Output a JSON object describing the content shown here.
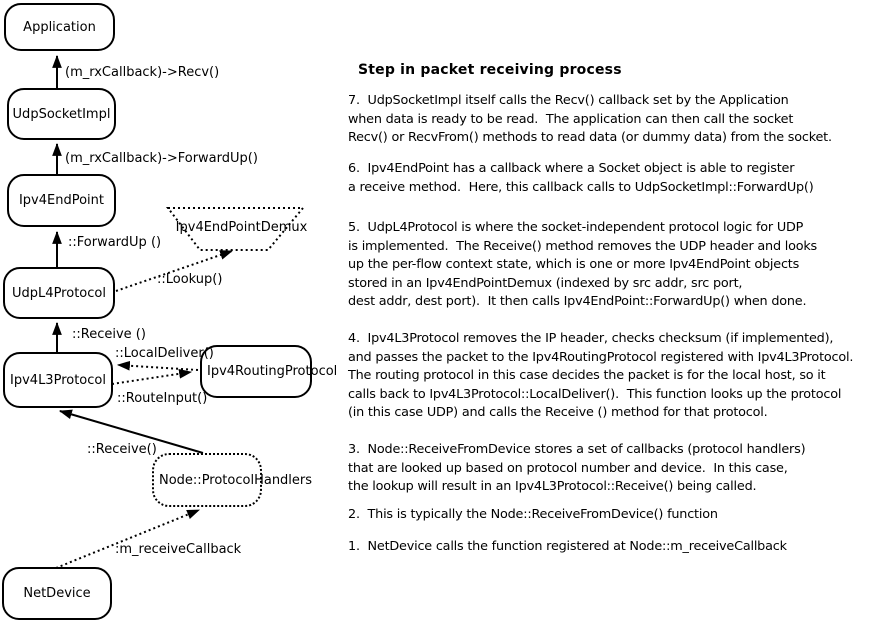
{
  "colors": {
    "background": "#ffffff",
    "line": "#000000",
    "text": "#000000"
  },
  "diagram": {
    "nodes": {
      "application": {
        "label": "Application"
      },
      "udp_socket_impl": {
        "label": "UdpSocketImpl"
      },
      "ipv4_end_point": {
        "label": "Ipv4EndPoint"
      },
      "udp_l4_protocol": {
        "label": "UdpL4Protocol"
      },
      "ipv4_l3_protocol": {
        "label": "Ipv4L3Protocol"
      },
      "net_device": {
        "label": "NetDevice"
      },
      "ipv4_routing_protocol": {
        "label": "Ipv4RoutingProtocol"
      },
      "node_protocol_handlers": {
        "label": "Node::ProtocolHandlers"
      },
      "ipv4_end_point_demux": {
        "label": "Ipv4EndPointDemux"
      }
    },
    "edge_labels": {
      "recv_callback": "(m_rxCallback)->Recv()",
      "forwardup_callback": "(m_rxCallback)->ForwardUp()",
      "forwardup": "::ForwardUp ()",
      "lookup": "::Lookup()",
      "receive_upper": "::Receive ()",
      "local_deliver": "::LocalDeliver()",
      "route_input": "::RouteInput()",
      "receive_lower": "::Receive()",
      "m_receive_callback": ":m_receiveCallback"
    }
  },
  "notes": {
    "title": "Step in packet receiving process",
    "step7": "7.  UdpSocketImpl itself calls the Recv() callback set by the Application\nwhen data is ready to be read.  The application can then call the socket\nRecv() or RecvFrom() methods to read data (or dummy data) from the socket.",
    "step6": "6.  Ipv4EndPoint has a callback where a Socket object is able to register\na receive method.  Here, this callback calls to UdpSocketImpl::ForwardUp()",
    "step5": "5.  UdpL4Protocol is where the socket-independent protocol logic for UDP\nis implemented.  The Receive() method removes the UDP header and looks\nup the per-flow context state, which is one or more Ipv4EndPoint objects\nstored in an Ipv4EndPointDemux (indexed by src addr, src port,\ndest addr, dest port).  It then calls Ipv4EndPoint::ForwardUp() when done.",
    "step4": "4.  Ipv4L3Protocol removes the IP header, checks checksum (if implemented),\nand passes the packet to the Ipv4RoutingProtocol registered with Ipv4L3Protocol.\nThe routing protocol in this case decides the packet is for the local host, so it\ncalls back to Ipv4L3Protocol::LocalDeliver().  This function looks up the protocol\n(in this case UDP) and calls the Receive () method for that protocol.",
    "step3": "3.  Node::ReceiveFromDevice stores a set of callbacks (protocol handlers)\nthat are looked up based on protocol number and device.  In this case,\nthe lookup will result in an Ipv4L3Protocol::Receive() being called.",
    "step2": "2.  This is typically the Node::ReceiveFromDevice() function",
    "step1": "1.  NetDevice calls the function registered at Node::m_receiveCallback"
  }
}
